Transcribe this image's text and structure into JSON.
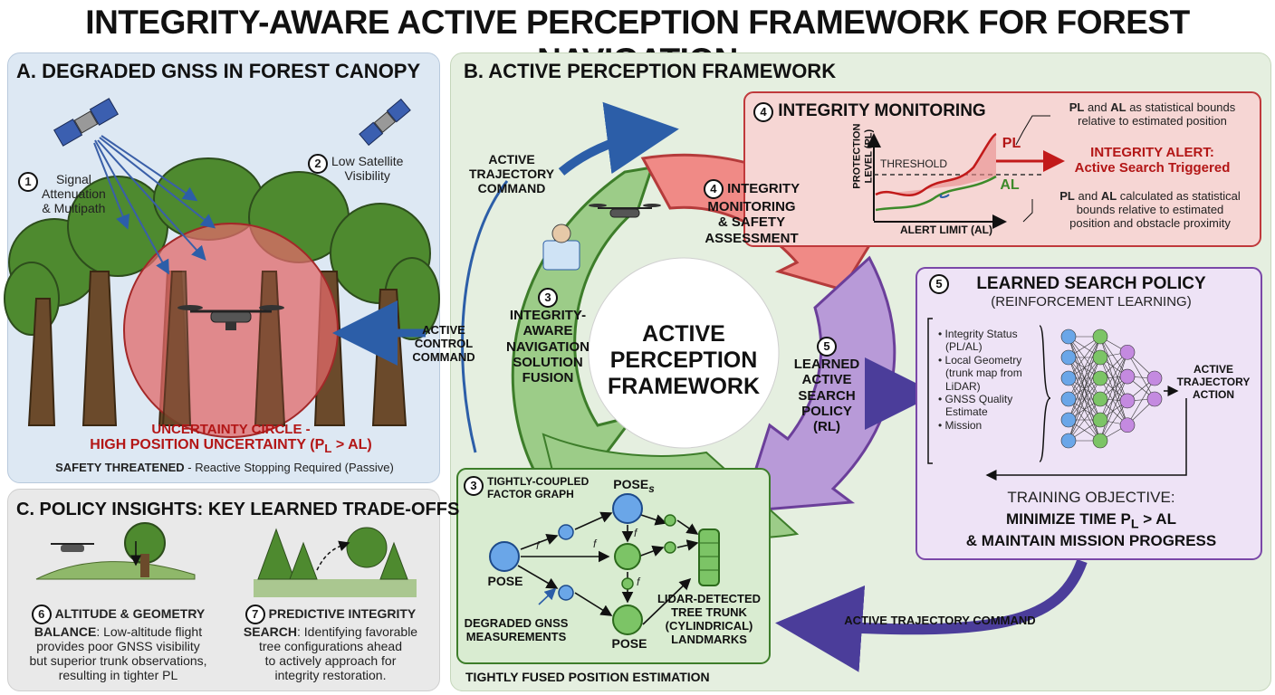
{
  "title": "INTEGRITY-AWARE ACTIVE PERCEPTION FRAMEWORK FOR FOREST NAVIGATION",
  "panel_a": {
    "title": "A. DEGRADED GNSS IN FOREST CANOPY",
    "signal_num": "1",
    "signal_label_1": "Signal",
    "signal_label_2": "Attenuation",
    "signal_label_3": "& Multipath",
    "visibility_num": "2",
    "visibility_label_1": "Low Satellite",
    "visibility_label_2": "Visibility",
    "uncertainty_1": "UNCERTAINTY CIRCLE -",
    "uncertainty_2": "HIGH POSITION UNCERTAINTY (P",
    "uncertainty_sub": "L",
    "uncertainty_3": " > AL)",
    "safety_bold": "SAFETY THREATENED",
    "safety_rest": " - Reactive Stopping Required (Passive)",
    "active_control_1": "ACTIVE",
    "active_control_2": "CONTROL",
    "active_control_3": "COMMAND"
  },
  "panel_b": {
    "title": "B. ACTIVE PERCEPTION FRAMEWORK",
    "center_1": "ACTIVE",
    "center_2": "PERCEPTION",
    "center_3": "FRAMEWORK",
    "active_traj_1": "ACTIVE",
    "active_traj_2": "TRAJECTORY",
    "active_traj_3": "COMMAND",
    "seg3_num": "3",
    "seg3_1": "INTEGRITY-",
    "seg3_2": "AWARE",
    "seg3_3": "NAVIGATION",
    "seg3_4": "SOLUTION",
    "seg3_5": "FUSION",
    "seg4_num": "4",
    "seg4_1": "INTEGRITY",
    "seg4_2": "MONITORING",
    "seg4_3": "& SAFETY",
    "seg4_4": "ASSESSMENT",
    "seg5_num": "5",
    "seg5_1": "LEARNED",
    "seg5_2": "ACTIVE",
    "seg5_3": "SEARCH",
    "seg5_4": "POLICY",
    "seg5_5": "(RL)",
    "bottom_caption": "TIGHTLY FUSED POSITION ESTIMATION",
    "active_traj_bottom": "ACTIVE TRAJECTORY COMMAND"
  },
  "integrity_box": {
    "num": "4",
    "title": "INTEGRITY MONITORING",
    "note_1a": "PL",
    "note_1b": " and ",
    "note_1c": "AL",
    "note_1d": " as statistical bounds",
    "note_1e": "relative to estimated position",
    "ylabel_1": "PROTECTION",
    "ylabel_2": "LEVEL (PL)",
    "xlabel": "ALERT LIMIT (AL)",
    "threshold": "THRESHOLD",
    "pl": "PL",
    "al": "AL",
    "alert_1": "INTEGRITY ALERT:",
    "alert_2": "Active Search Triggered",
    "note_2a": "PL",
    "note_2b": " and ",
    "note_2c": "AL",
    "note_2d": " calculated as statistical",
    "note_2e": "bounds relative to estimated",
    "note_2f": "position and obstacle proximity"
  },
  "policy_box": {
    "num": "5",
    "title": "LEARNED SEARCH POLICY",
    "subtitle": "(REINFORCEMENT LEARNING)",
    "inputs": [
      "• Integrity Status",
      "(PL/AL)",
      "• Local Geometry",
      "(trunk map from",
      "LiDAR)",
      "• GNSS Quality",
      "Estimate",
      "• Mission"
    ],
    "output_1": "ACTIVE",
    "output_2": "TRAJECTORY",
    "output_3": "ACTION",
    "objective": "TRAINING OBJECTIVE:",
    "objective_b1": "MINIMIZE TIME P",
    "objective_sub": "L",
    "objective_b2": " > AL",
    "objective_b3": "& MAINTAIN MISSION PROGRESS"
  },
  "factor_box": {
    "num": "3",
    "title_1": "TIGHTLY-COUPLED",
    "title_2": "FACTOR GRAPH",
    "pose_left": "POSE",
    "pose_top": "POSE",
    "pose_top_sub": "s",
    "pose_bottom": "POSE",
    "f": "f",
    "gnss_1": "DEGRADED GNSS",
    "gnss_2": "MEASUREMENTS",
    "lidar_1": "LIDAR-DETECTED",
    "lidar_2": "TREE TRUNK",
    "lidar_3": "(CYLINDRICAL)",
    "lidar_4": "LANDMARKS"
  },
  "panel_c": {
    "title": "C. POLICY INSIGHTS: KEY LEARNED TRADE-OFFS",
    "i6_num": "6",
    "i6_bold": "ALTITUDE & GEOMETRY",
    "i6_bold2": "BALANCE",
    "i6_text_1": ": Low-altitude flight",
    "i6_text_2": "provides poor GNSS visibility",
    "i6_text_3": "but superior trunk observations,",
    "i6_text_4": "resulting in tighter PL",
    "i7_num": "7",
    "i7_bold": "PREDICTIVE INTEGRITY",
    "i7_bold2": "SEARCH",
    "i7_text_1": ": Identifying favorable",
    "i7_text_2": "tree configurations ahead",
    "i7_text_3": "to actively approach for",
    "i7_text_4": "integrity restoration."
  }
}
